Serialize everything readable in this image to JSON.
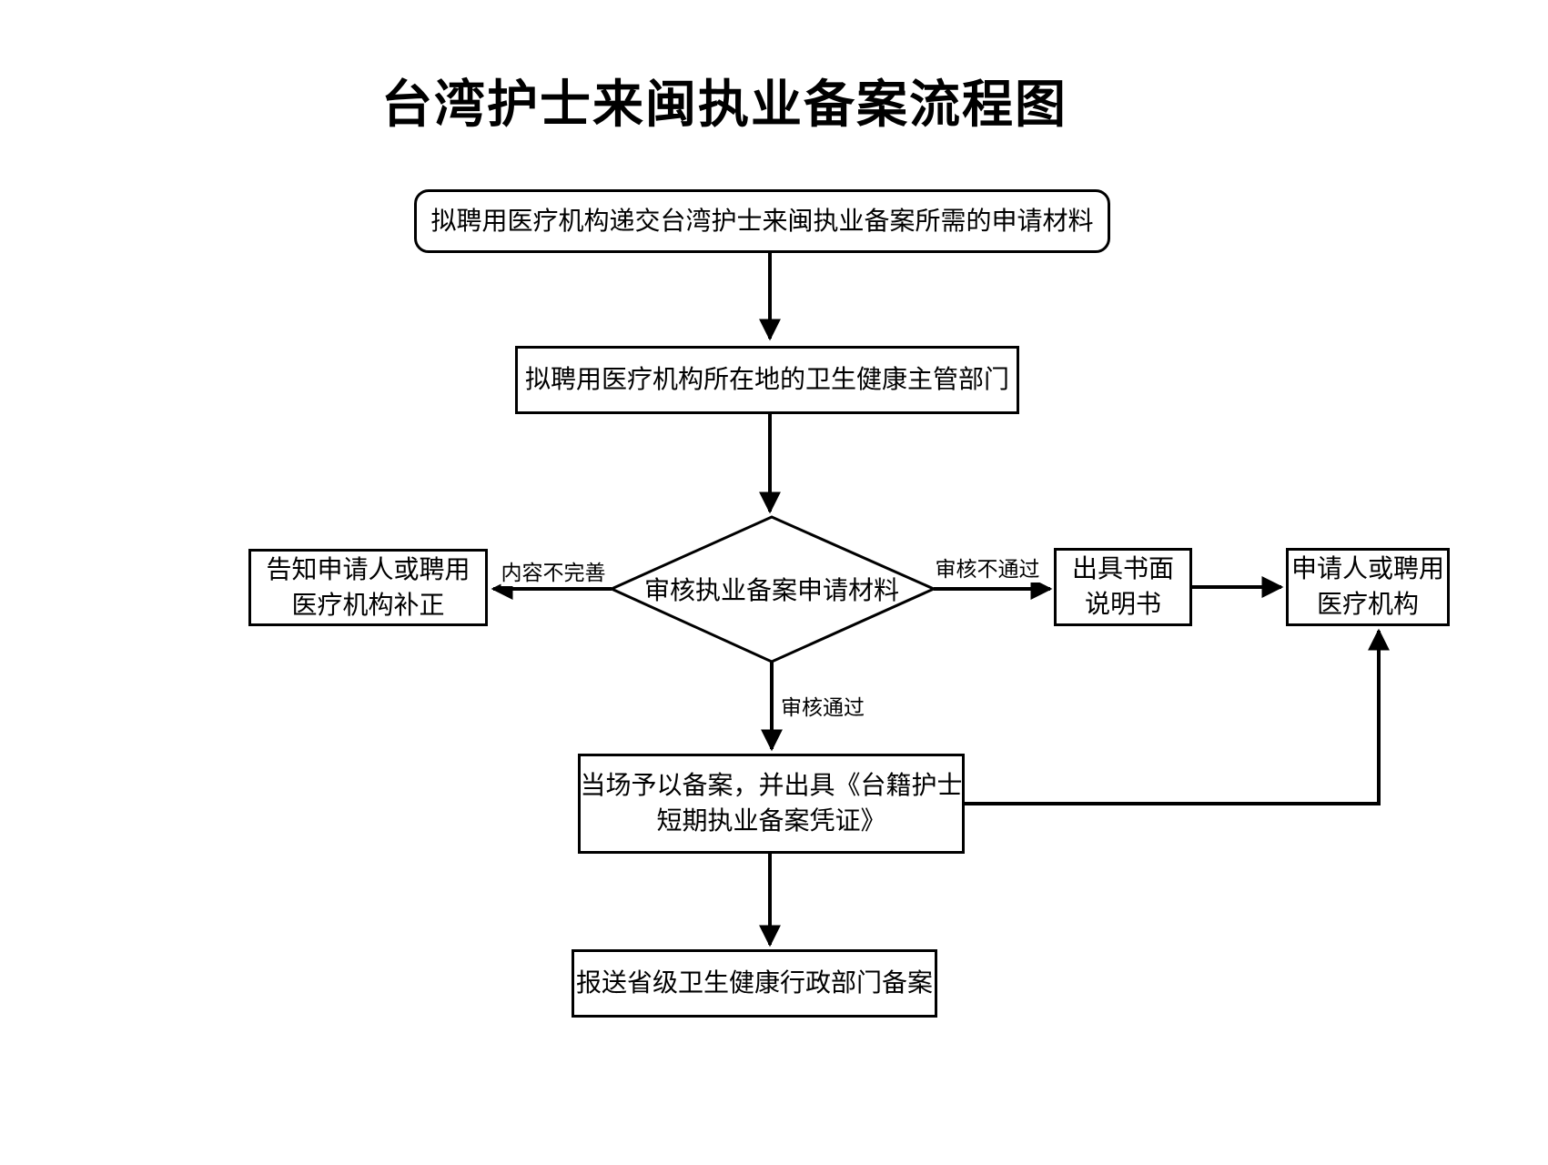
{
  "title": "台湾护士来闽执业备案流程图",
  "flowchart": {
    "nodes": {
      "submit": {
        "text": "拟聘用医疗机构递交台湾护士来闽执业备案所需的申请材料"
      },
      "authority": {
        "text": "拟聘用医疗机构所在地的卫生健康主管部门"
      },
      "review": {
        "text": "审核执业备案申请材料"
      },
      "notify_correction": {
        "line1": "告知申请人或聘用",
        "line2": "医疗机构补正"
      },
      "written_statement": {
        "line1": "出具书面",
        "line2": "说明书"
      },
      "applicant": {
        "line1": "申请人或聘用",
        "line2": "医疗机构"
      },
      "record": {
        "line1": "当场予以备案，并出具《台籍护士",
        "line2": "短期执业备案凭证》"
      },
      "report": {
        "text": "报送省级卫生健康行政部门备案"
      }
    },
    "edge_labels": {
      "incomplete": "内容不完善",
      "reject": "审核不通过",
      "approve": "审核通过"
    }
  },
  "colors": {
    "stroke": "#000000",
    "text": "#000000",
    "background": "#ffffff"
  }
}
